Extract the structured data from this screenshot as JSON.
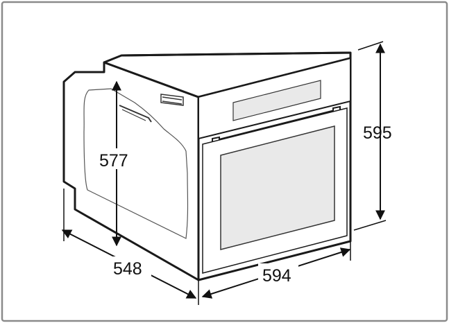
{
  "dimensions": {
    "height_front": "595",
    "height_cavity": "577",
    "depth": "548",
    "width": "594"
  },
  "colors": {
    "border": "#8a8a8a",
    "outline": "#1a1a1a",
    "window": "#e9e9e9",
    "panel": "#dcdcdc"
  }
}
